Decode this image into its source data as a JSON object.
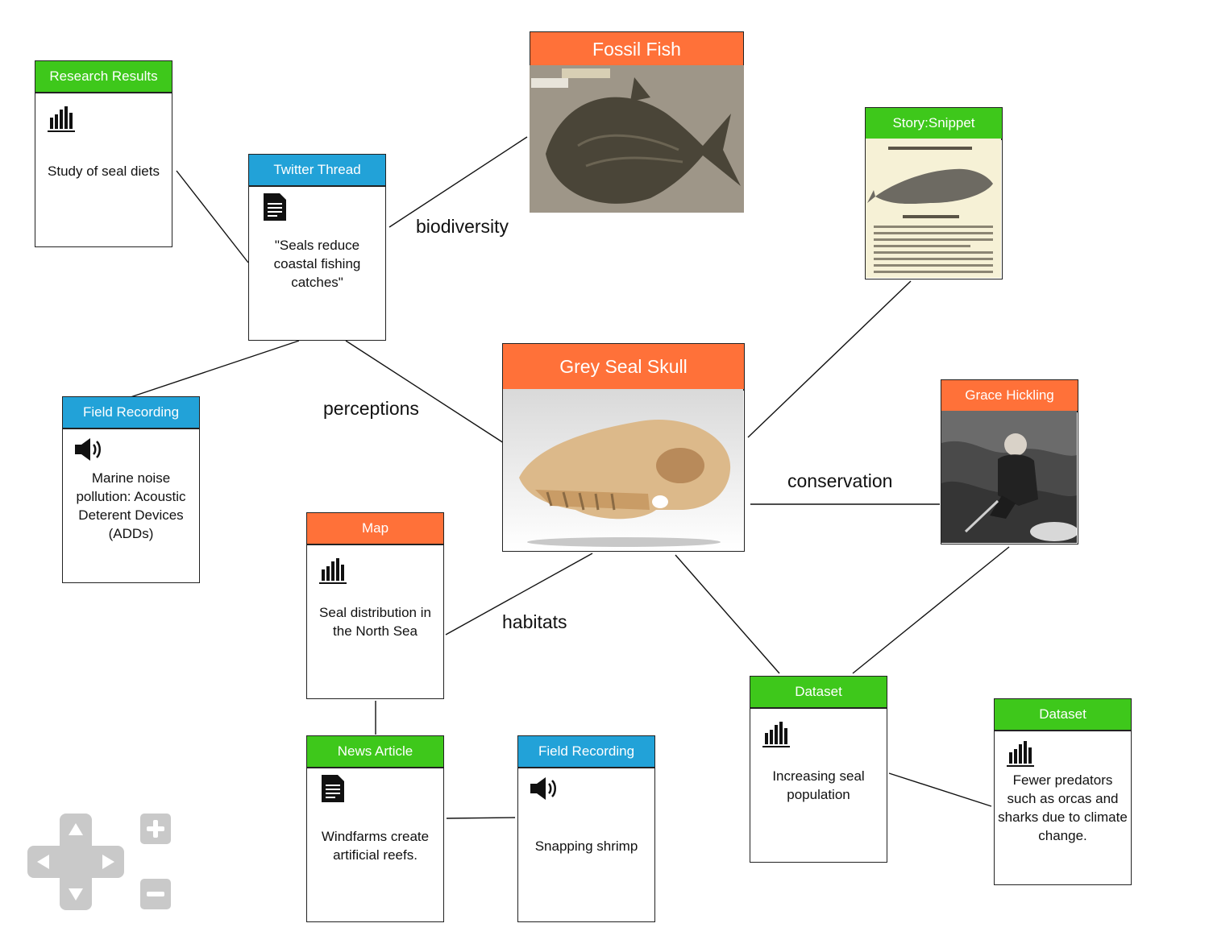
{
  "colors": {
    "orange": "#ff7139",
    "green": "#3ec81b",
    "blue": "#22a2d8",
    "controls": "#c9c9c9"
  },
  "cards": {
    "research_results": {
      "type": "Research Results",
      "text": "Study of seal diets",
      "icon": "bar-chart-icon",
      "color": "green"
    },
    "twitter_thread": {
      "type": "Twitter Thread",
      "text": "\"Seals reduce coastal fishing catches\"",
      "icon": "document-icon",
      "color": "blue"
    },
    "fossil_fish": {
      "type": "Fossil Fish",
      "image": "fossil-fish-photo",
      "color": "orange"
    },
    "story_snippet": {
      "type": "Story:Snippet",
      "image": "history-of-quadrupeds-page",
      "color": "green"
    },
    "field_recording_1": {
      "type": "Field Recording",
      "text": "Marine noise pollution: Acoustic Deterent Devices (ADDs)",
      "icon": "speaker-icon",
      "color": "blue"
    },
    "grey_seal_skull": {
      "type": "Grey Seal Skull",
      "image": "seal-skull-photo",
      "color": "orange"
    },
    "grace_hickling": {
      "type": "Grace Hickling",
      "image": "grace-hickling-photo",
      "color": "orange"
    },
    "map": {
      "type": "Map",
      "text": "Seal distribution in the North Sea",
      "icon": "bar-chart-icon",
      "color": "orange"
    },
    "dataset_1": {
      "type": "Dataset",
      "text": "Increasing seal population",
      "icon": "bar-chart-icon",
      "color": "green"
    },
    "dataset_2": {
      "type": "Dataset",
      "text": "Fewer predators such as orcas and sharks due to climate change.",
      "icon": "bar-chart-icon",
      "color": "green"
    },
    "news_article": {
      "type": "News Article",
      "text": "Windfarms create artificial reefs.",
      "icon": "document-icon",
      "color": "green"
    },
    "field_recording_2": {
      "type": "Field Recording",
      "text": "Snapping shrimp",
      "icon": "speaker-icon",
      "color": "blue"
    }
  },
  "edge_labels": {
    "biodiversity": "biodiversity",
    "perceptions": "perceptions",
    "conservation": "conservation",
    "habitats": "habitats"
  },
  "edges": [
    {
      "from": "research_results",
      "to": "twitter_thread"
    },
    {
      "from": "twitter_thread",
      "to": "fossil_fish",
      "label": "biodiversity"
    },
    {
      "from": "twitter_thread",
      "to": "field_recording_1"
    },
    {
      "from": "twitter_thread",
      "to": "grey_seal_skull",
      "label": "perceptions"
    },
    {
      "from": "grey_seal_skull",
      "to": "story_snippet"
    },
    {
      "from": "grey_seal_skull",
      "to": "grace_hickling",
      "label": "conservation"
    },
    {
      "from": "grey_seal_skull",
      "to": "map",
      "label": "habitats"
    },
    {
      "from": "grey_seal_skull",
      "to": "dataset_1"
    },
    {
      "from": "grace_hickling",
      "to": "dataset_1"
    },
    {
      "from": "dataset_1",
      "to": "dataset_2"
    },
    {
      "from": "map",
      "to": "news_article"
    },
    {
      "from": "news_article",
      "to": "field_recording_2"
    }
  ],
  "controls": {
    "pan": [
      "arrow-up-icon",
      "arrow-down-icon",
      "arrow-left-icon",
      "arrow-right-icon"
    ],
    "zoom": [
      "plus-icon",
      "minus-icon"
    ]
  }
}
